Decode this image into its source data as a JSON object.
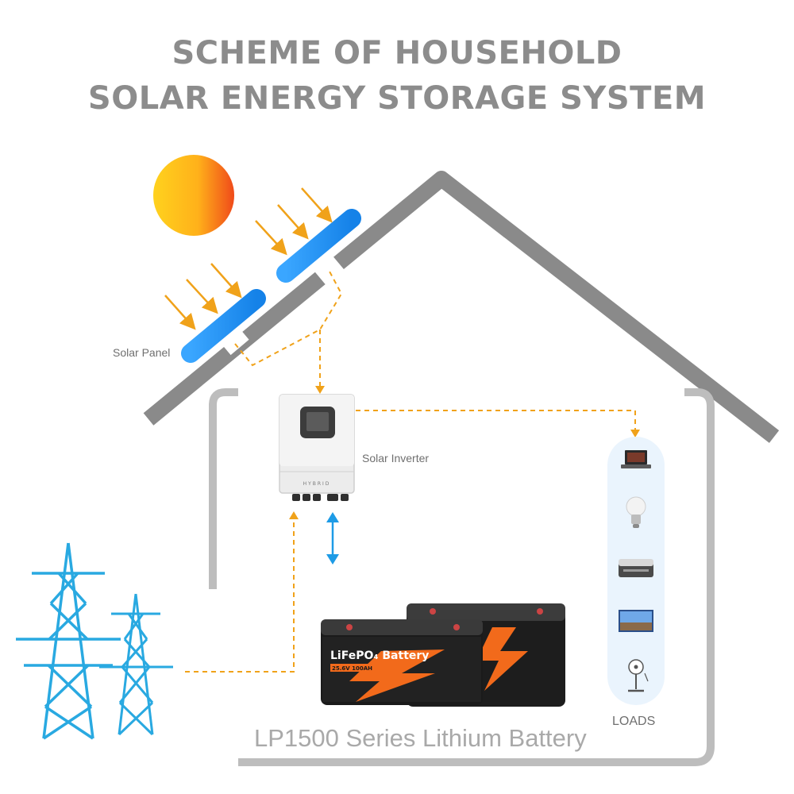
{
  "title": {
    "line1": "SCHEME OF HOUSEHOLD",
    "line2": "SOLAR ENERGY STORAGE SYSTEM"
  },
  "labels": {
    "solar_panel": "Solar Panel",
    "solar_inverter": "Solar Inverter",
    "loads": "LOADS",
    "battery_series": "LP1500 Series Lithium Battery"
  },
  "inverter": {
    "display_text": "HYBRID"
  },
  "battery": {
    "brand_text": "LiFePO₄ Battery",
    "spec_text": "25.6V 100AH"
  },
  "loads_items": [
    "laptop-icon",
    "bulb-icon",
    "printer-icon",
    "tv-icon",
    "fan-icon"
  ],
  "colors": {
    "title": "#8c8c8c",
    "roof": "#8a8a8a",
    "wall": "#bdbdbd",
    "panel": "#1f8ef1",
    "flow_line": "#f0a21a",
    "pylon": "#29a9e1",
    "battery_accent": "#f26a1b"
  }
}
